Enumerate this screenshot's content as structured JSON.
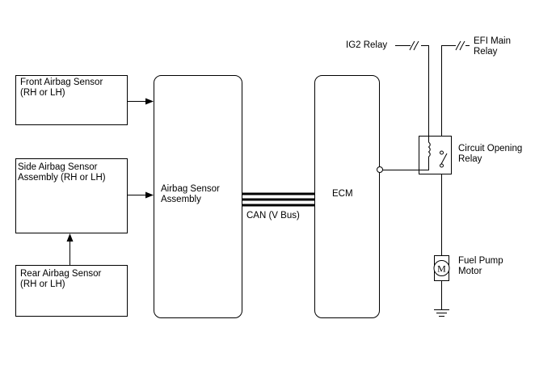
{
  "boxes": {
    "front_sensor": {
      "line1": "Front Airbag Sensor",
      "line2": "(RH or LH)"
    },
    "side_sensor": {
      "line1": "Side Airbag Sensor",
      "line2": "Assembly (RH or LH)"
    },
    "rear_sensor": {
      "line1": "Rear Airbag Sensor",
      "line2": "(RH or LH)"
    },
    "airbag_assembly": {
      "line1": "Airbag Sensor",
      "line2": "Assembly"
    },
    "ecm": {
      "label": "ECM"
    }
  },
  "bus_label": "CAN (V Bus)",
  "relays": {
    "ig2": "IG2 Relay",
    "efi_line1": "EFI Main",
    "efi_line2": "Relay",
    "circuit_opening_line1": "Circuit Opening",
    "circuit_opening_line2": "Relay"
  },
  "motor": {
    "symbol": "M",
    "line1": "Fuel Pump",
    "line2": "Motor"
  }
}
